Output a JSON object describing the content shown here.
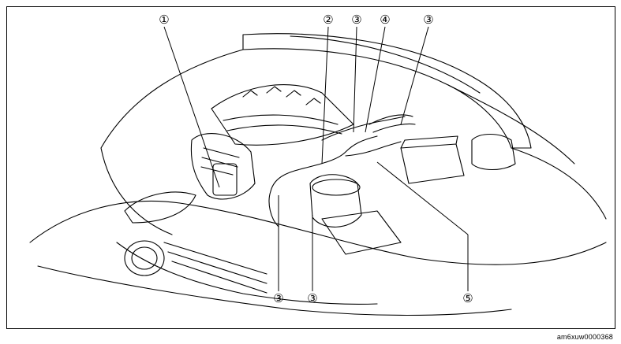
{
  "figure": {
    "reference_code": "am6xuw0000368",
    "callouts": [
      {
        "id": "c1",
        "label": "①"
      },
      {
        "id": "c2",
        "label": "②"
      },
      {
        "id": "c3a",
        "label": "③"
      },
      {
        "id": "c4",
        "label": "④"
      },
      {
        "id": "c3b",
        "label": "③"
      },
      {
        "id": "c3c",
        "label": "③"
      },
      {
        "id": "c3d",
        "label": "③"
      },
      {
        "id": "c5",
        "label": "⑤"
      }
    ]
  }
}
